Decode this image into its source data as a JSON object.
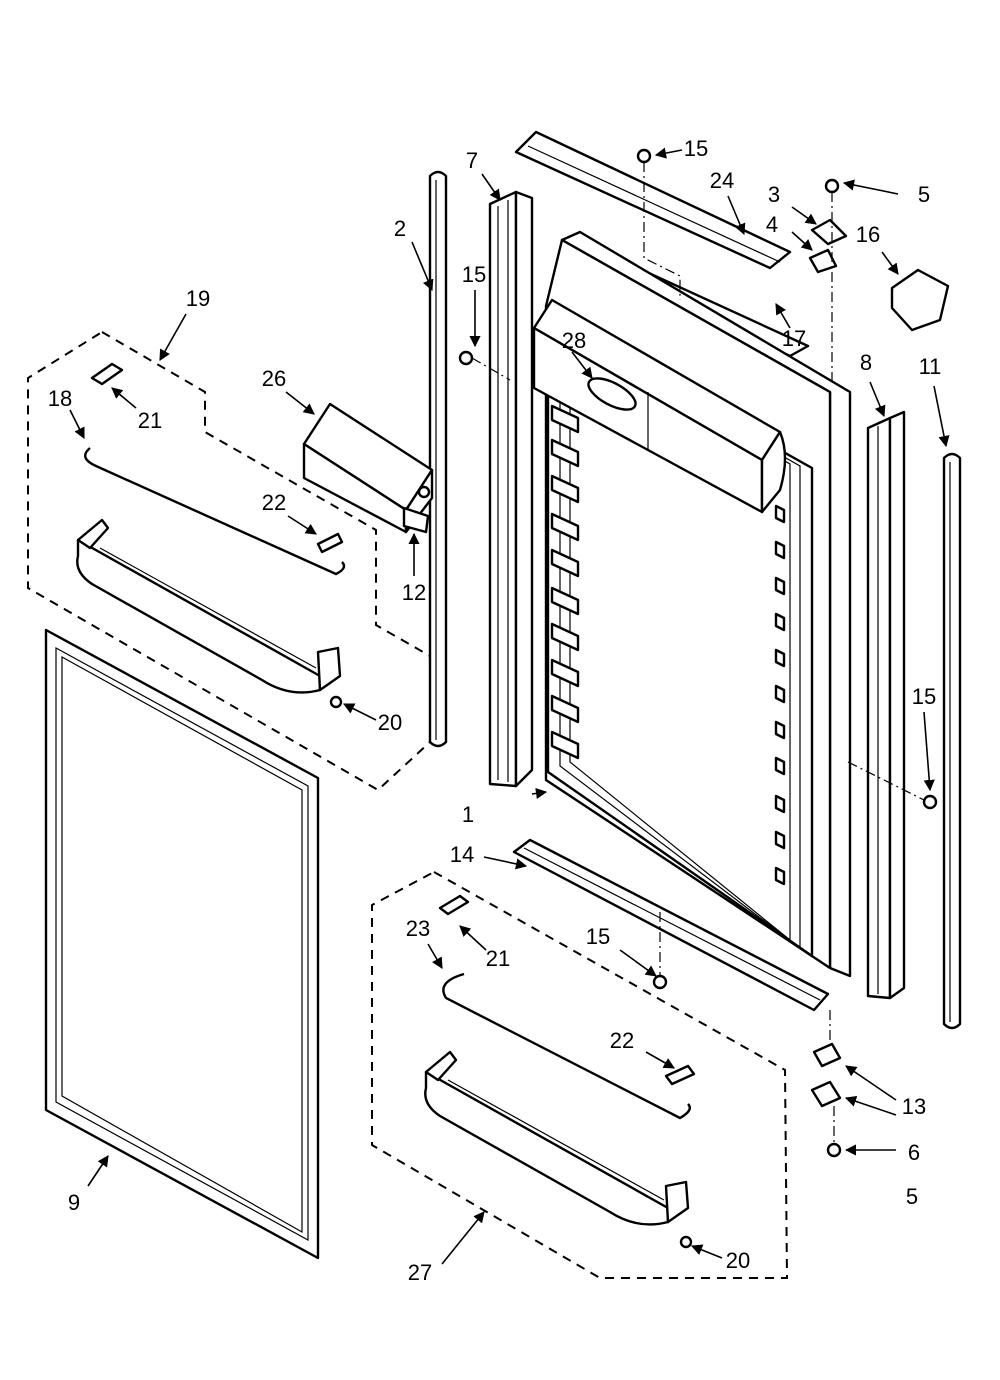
{
  "callouts": [
    {
      "id": "c1",
      "text": "1"
    },
    {
      "id": "c2",
      "text": "2"
    },
    {
      "id": "c3",
      "text": "3"
    },
    {
      "id": "c4",
      "text": "4"
    },
    {
      "id": "c5a",
      "text": "5"
    },
    {
      "id": "c5b",
      "text": "5"
    },
    {
      "id": "c6",
      "text": "6"
    },
    {
      "id": "c7",
      "text": "7"
    },
    {
      "id": "c8",
      "text": "8"
    },
    {
      "id": "c9",
      "text": "9"
    },
    {
      "id": "c11",
      "text": "11"
    },
    {
      "id": "c12",
      "text": "12"
    },
    {
      "id": "c13",
      "text": "13"
    },
    {
      "id": "c14",
      "text": "14"
    },
    {
      "id": "c15a",
      "text": "15"
    },
    {
      "id": "c15b",
      "text": "15"
    },
    {
      "id": "c15c",
      "text": "15"
    },
    {
      "id": "c15d",
      "text": "15"
    },
    {
      "id": "c16",
      "text": "16"
    },
    {
      "id": "c17",
      "text": "17"
    },
    {
      "id": "c18",
      "text": "18"
    },
    {
      "id": "c19",
      "text": "19"
    },
    {
      "id": "c20a",
      "text": "20"
    },
    {
      "id": "c20b",
      "text": "20"
    },
    {
      "id": "c21a",
      "text": "21"
    },
    {
      "id": "c21b",
      "text": "21"
    },
    {
      "id": "c22a",
      "text": "22"
    },
    {
      "id": "c22b",
      "text": "22"
    },
    {
      "id": "c23",
      "text": "23"
    },
    {
      "id": "c24",
      "text": "24"
    },
    {
      "id": "c26",
      "text": "26"
    },
    {
      "id": "c27",
      "text": "27"
    },
    {
      "id": "c28",
      "text": "28"
    }
  ]
}
